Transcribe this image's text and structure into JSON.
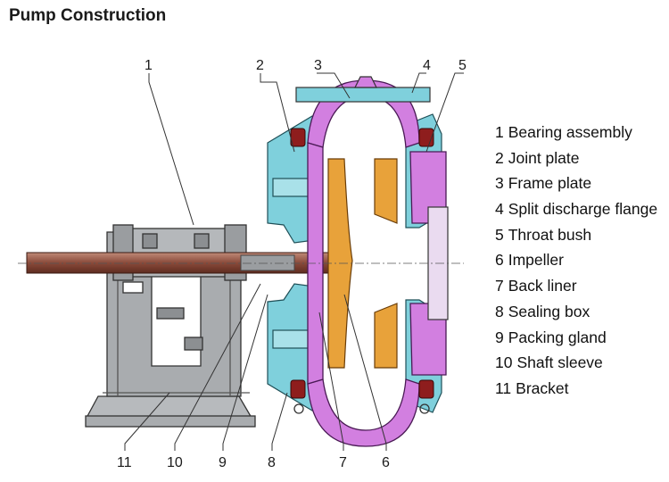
{
  "title": "Pump Construction",
  "callouts": [
    "1",
    "2",
    "3",
    "4",
    "5",
    "6",
    "7",
    "8",
    "9",
    "10",
    "11"
  ],
  "parts": [
    {
      "num": "1",
      "name": "Bearing assembly"
    },
    {
      "num": "2",
      "name": "Joint plate"
    },
    {
      "num": "3",
      "name": "Frame plate"
    },
    {
      "num": "4",
      "name": "Split discharge flange"
    },
    {
      "num": "5",
      "name": "Throat bush"
    },
    {
      "num": "6",
      "name": "Impeller"
    },
    {
      "num": "7",
      "name": "Back liner"
    },
    {
      "num": "8",
      "name": "Sealing box"
    },
    {
      "num": "9",
      "name": "Packing gland"
    },
    {
      "num": "10",
      "name": "Shaft sleeve"
    },
    {
      "num": "11",
      "name": "Bracket"
    }
  ],
  "colors": {
    "bracket": "#a9acaf",
    "shaft": "#8a4a3a",
    "casing": "#d27fe0",
    "impeller": "#e8a23a",
    "plates": "#7fd0dc",
    "seal": "#8e1d1d"
  }
}
